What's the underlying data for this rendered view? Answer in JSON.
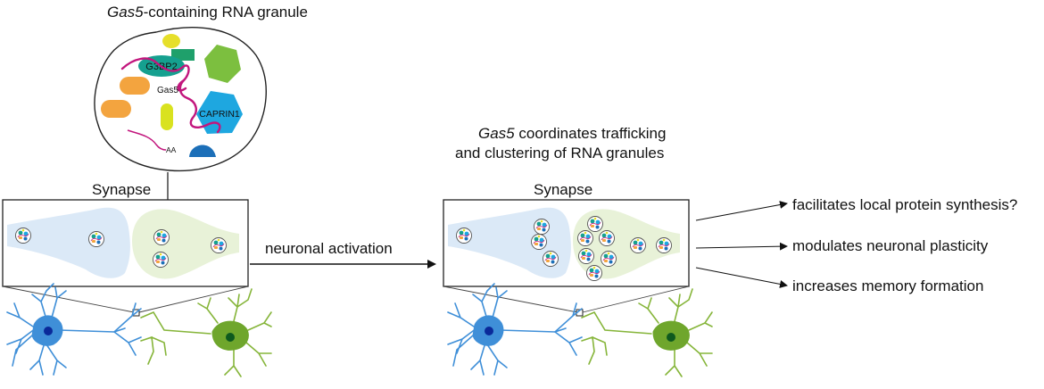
{
  "granule": {
    "title_gene": "Gas5",
    "title_rest": "-containing RNA granule",
    "labels": {
      "g3bp2": "G3BP2",
      "gas5": "Gas5",
      "caprin1": "CAPRIN1",
      "polya": "AA"
    }
  },
  "left_panel": {
    "synapse_label": "Synapse"
  },
  "right_panel": {
    "synapse_label": "Synapse",
    "heading_gene": "Gas5",
    "heading_line1_rest": " coordinates trafficking",
    "heading_line2": "and clustering of RNA granules"
  },
  "transition": {
    "label": "neuronal activation"
  },
  "outcomes": [
    "facilitates local protein synthesis?",
    "modulates neuronal plasticity",
    "increases memory formation"
  ],
  "colors": {
    "presynapse": "#dbe9f7",
    "postsynapse": "#e8f2d8",
    "neuron_blue": "#3f8fd8",
    "neuron_blue_soma": "#1d73d6",
    "neuron_green": "#86b53a",
    "neuron_green_soma": "#5a9a25",
    "g3bp2": "#15a08f",
    "caprin1": "#1ea7e0",
    "rna_line": "#c2167d",
    "orange": "#f3a43f",
    "yellow": "#e6df2a",
    "lime": "#7cbf3f",
    "dark_blue": "#1c6fb8"
  }
}
